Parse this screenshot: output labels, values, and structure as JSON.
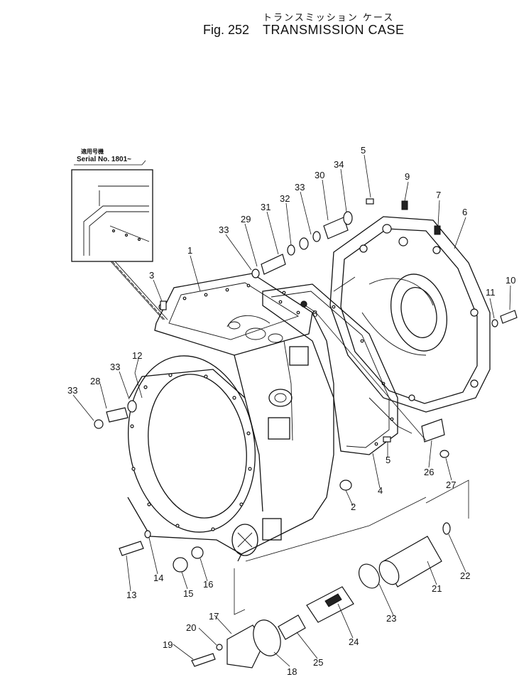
{
  "header": {
    "title_jp": "トランスミッション ケース",
    "fig_label": "Fig. 252",
    "title": "TRANSMISSION CASE"
  },
  "inset": {
    "label_jp": "適用号機",
    "label": "Serial No. 1801~"
  },
  "callouts": [
    "1",
    "2",
    "3",
    "4",
    "5",
    "5",
    "6",
    "7",
    "8",
    "9",
    "10",
    "11",
    "12",
    "13",
    "14",
    "15",
    "16",
    "17",
    "18",
    "19",
    "20",
    "21",
    "22",
    "23",
    "24",
    "25",
    "26",
    "27",
    "28",
    "29",
    "30",
    "31",
    "32",
    "33",
    "33",
    "33",
    "33",
    "33",
    "34"
  ]
}
